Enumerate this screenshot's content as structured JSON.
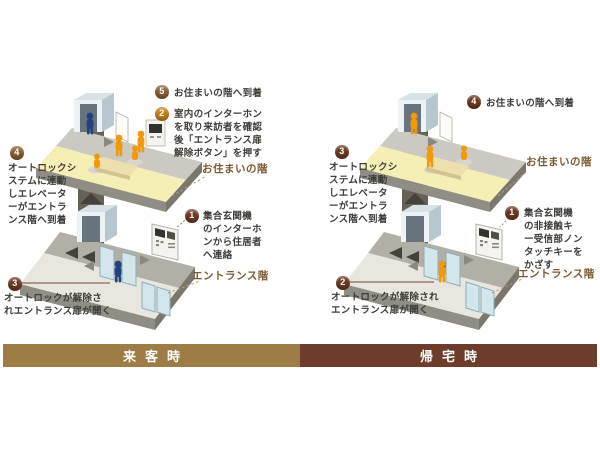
{
  "panels": [
    {
      "id": "visitor",
      "bar": {
        "label": "来客時",
        "color": "#9d7c45"
      },
      "floor_labels": {
        "upper": "お住まいの階",
        "lower": "エントランス階"
      },
      "steps": {
        "s1": {
          "num": "1",
          "text": "集合玄関機\nのインターホ\nンから住居者\nへ連絡",
          "color": "#6e3a23"
        },
        "s2": {
          "num": "2",
          "text": "室内のインターホン\nを取り来訪者を確認\n後「エントランス扉\n解除ボタン」を押す",
          "color": "#c5831c"
        },
        "s3": {
          "num": "3",
          "text": "オートロックが解除さ\nれエントランス扉が開く",
          "color": "#6e3a23"
        },
        "s4": {
          "num": "4",
          "text": "オートロックシ\nステムに連動\nしエレベータ\nーがエントラ\nンス階へ到着",
          "color": "#8a6138"
        },
        "s5": {
          "num": "5",
          "text": "お住まいの階へ到着",
          "color": "#8a6138"
        }
      }
    },
    {
      "id": "returning-home",
      "bar": {
        "label": "帰宅時",
        "color": "#6e3c2b"
      },
      "floor_labels": {
        "upper": "お住まいの階",
        "lower": "エントランス階"
      },
      "steps": {
        "s1": {
          "num": "1",
          "text": "集合玄関機\nの非接触キ\nー受信部ノン\nタッチキーを\nかざす",
          "color": "#6e3a23"
        },
        "s2": {
          "num": "2",
          "text": "オートロックが解除され\nエントランス扉が開く",
          "color": "#6e3a23"
        },
        "s3": {
          "num": "3",
          "text": "オートロックシ\nステムに連動\nしエレベータ\nーがエントラ\nンス階へ到着",
          "color": "#6e3a23"
        },
        "s4": {
          "num": "4",
          "text": "お住まいの階へ到着",
          "color": "#6e3a23"
        }
      }
    }
  ],
  "scene_colors": {
    "person_visitor": "#24407e",
    "person_resident": "#f3980a",
    "floor_residence": "#f6efb5",
    "floor_entrance": "#e8e6df",
    "walkway": "#b2afa7",
    "slab_gray": "#cbc9c2",
    "slab_side": "#908d85",
    "slab_side_dark": "#7a776e",
    "shaft": "#666259",
    "chevron": "#45423c",
    "elev_face": "#edf2f4",
    "elev_top": "#d8e2e6",
    "elev_side": "#b7c7ce",
    "glass": "#d3e6ec",
    "device": "#f4f3f0",
    "screen": "#33322e",
    "rug": "#d8d6ce",
    "arrow": "#8b8880",
    "leader": "#b99d72",
    "label_brown": "#7b5a33",
    "step_text": "#3f3b37"
  }
}
